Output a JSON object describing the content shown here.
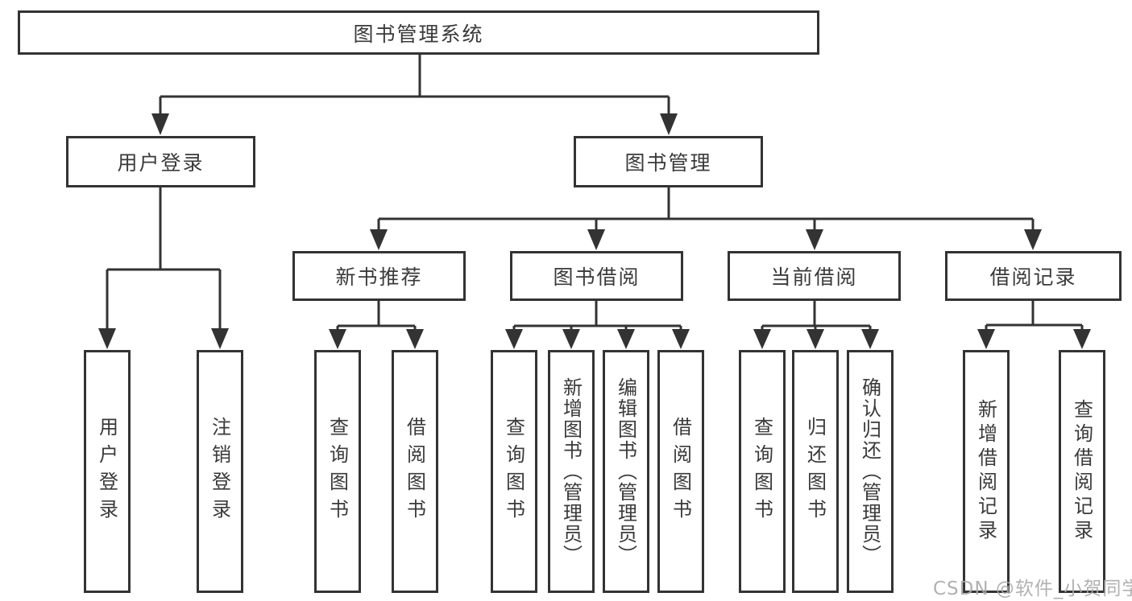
{
  "diagram_title": "图书管理系统",
  "nodes": {
    "root": "图书管理系统",
    "user_login": "用户登录",
    "book_mgmt": "图书管理",
    "new_book_rec": "新书推荐",
    "book_borrow": "图书借阅",
    "current_borrow": "当前借阅",
    "borrow_records": "借阅记录",
    "leaf_user_login": "用户登录",
    "leaf_logout": "注销登录",
    "leaf_query_book_rec": "查询图书",
    "leaf_borrow_book_rec": "借阅图书",
    "leaf_query_book_borrow": "查询图书",
    "leaf_add_book_admin": "新增图书（管理员）",
    "leaf_edit_book_admin": "编辑图书（管理员）",
    "leaf_borrow_book_borrow": "借阅图书",
    "leaf_query_book_current": "查询图书",
    "leaf_return_book": "归还图书",
    "leaf_confirm_return_admin": "确认归还（管理员）",
    "leaf_add_borrow_record": "新增借阅记录",
    "leaf_query_borrow_record": "查询借阅记录"
  },
  "watermark": "CSDN @软件_小贺同学",
  "colors": {
    "line": "#333333",
    "box_border": "#333333",
    "box_background": "#ffffff",
    "text": "#3a3a3a",
    "watermark": "#a9a9a9"
  }
}
